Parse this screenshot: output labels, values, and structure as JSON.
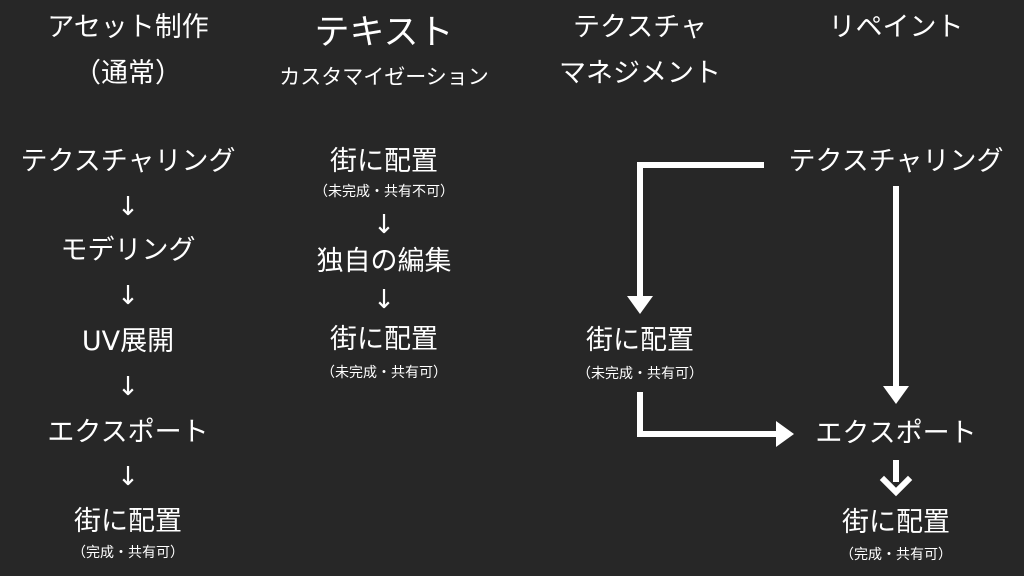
{
  "headers": {
    "asset": {
      "line1": "アセット制作",
      "line2": "（通常）"
    },
    "text": {
      "line1": "テキスト",
      "line2": "カスタマイゼーション"
    },
    "texture": {
      "line1": "テクスチャ",
      "line2": "マネジメント"
    },
    "repaint": {
      "line1": "リペイント"
    }
  },
  "asset_flow": {
    "step1": "テクスチャリング",
    "step2": "モデリング",
    "step3": "UV展開",
    "step4": "エクスポート",
    "step5": "街に配置",
    "step5_note": "（完成・共有可）",
    "arrow": "↓"
  },
  "text_flow": {
    "step1": "街に配置",
    "step1_note": "（未完成・共有不可）",
    "step2": "独自の編集",
    "step3": "街に配置",
    "step3_note": "（未完成・共有可）",
    "arrow": "↓"
  },
  "texture_repaint_flow": {
    "texturing": "テクスチャリング",
    "place_mid": "街に配置",
    "place_mid_note": "（未完成・共有可）",
    "export": "エクスポート",
    "place_final": "街に配置",
    "place_final_note": "（完成・共有可）"
  },
  "colors": {
    "background": "#272727",
    "foreground": "#ffffff"
  }
}
